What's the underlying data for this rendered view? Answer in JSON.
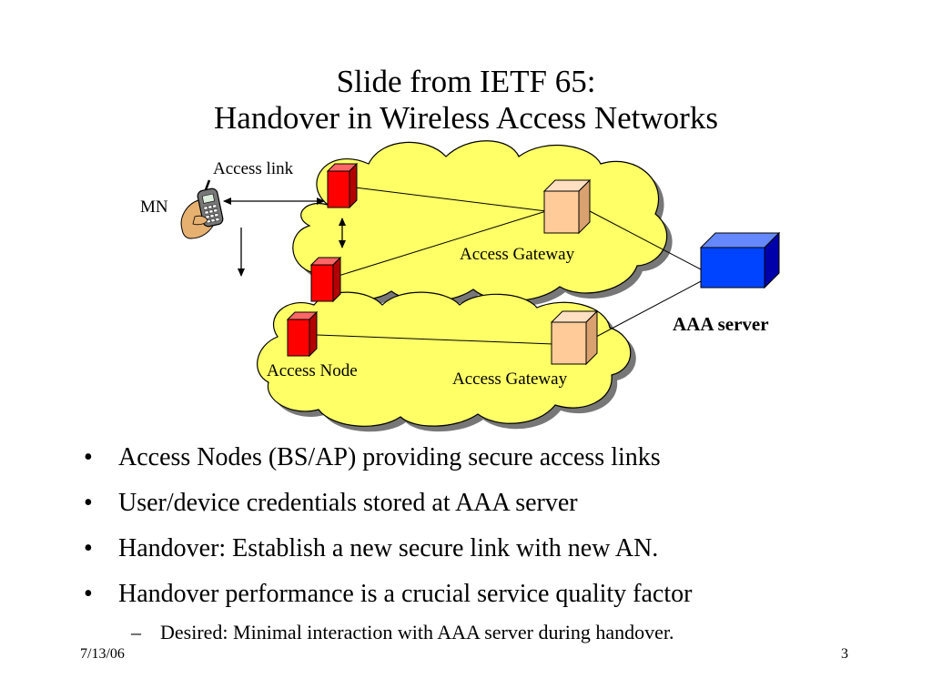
{
  "slide": {
    "title_line1": "Slide from IETF 65:",
    "title_line2": "Handover in Wireless Access Networks"
  },
  "diagram": {
    "label_access_link": "Access link",
    "label_mn": "MN",
    "label_access_gateway_upper": "Access Gateway",
    "label_access_gateway_lower": "Access Gateway",
    "label_access_node": "Access Node",
    "label_aaa_server": "AAA server",
    "colors": {
      "cloud": "#ffff66",
      "access_node": "#ff0000",
      "access_gateway": "#ffcc99",
      "aaa_server": "#0000ff"
    }
  },
  "bullets": [
    "Access Nodes (BS/AP) providing secure access links",
    "User/device credentials stored at AAA server",
    "Handover: Establish a new secure link with new AN.",
    "Handover performance is a crucial service quality factor"
  ],
  "sub_bullets": [
    "Desired: Minimal interaction with AAA server during handover."
  ],
  "footer": {
    "date": "7/13/06",
    "page_number": "3"
  }
}
